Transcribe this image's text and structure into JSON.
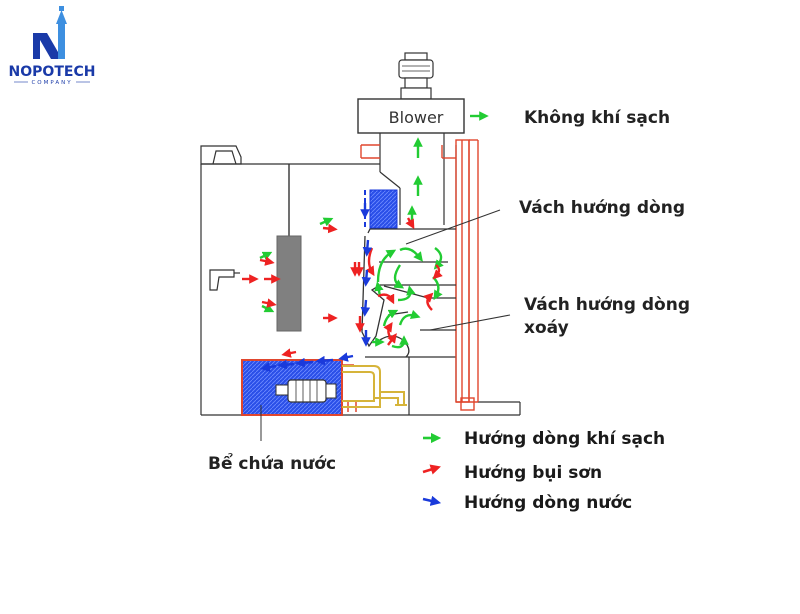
{
  "colors": {
    "air": "#22cc33",
    "paint": "#ee2222",
    "water": "#1a3adb",
    "frame": "#e0462e",
    "ink": "#333333",
    "logo_blue": "#1a3aa8",
    "logo_light": "#3d8fe0"
  },
  "logo": {
    "name": "NOPOTECH",
    "subtitle": "COMPANY"
  },
  "diagram": {
    "blower": "Blower",
    "clean_air": "Không khí sạch",
    "baffle": "Vách hướng dòng",
    "vortex_line1": "Vách hướng dòng",
    "vortex_line2": "xoáy",
    "water_tank": "Bể chứa nước"
  },
  "legend": [
    {
      "label": "Hướng dòng khí sạch",
      "color_key": "air",
      "icon": "green-arrow-icon"
    },
    {
      "label": "Hướng bụi sơn",
      "color_key": "paint",
      "icon": "red-arrow-icon"
    },
    {
      "label": "Hướng dòng nước",
      "color_key": "water",
      "icon": "blue-arrow-icon"
    }
  ]
}
